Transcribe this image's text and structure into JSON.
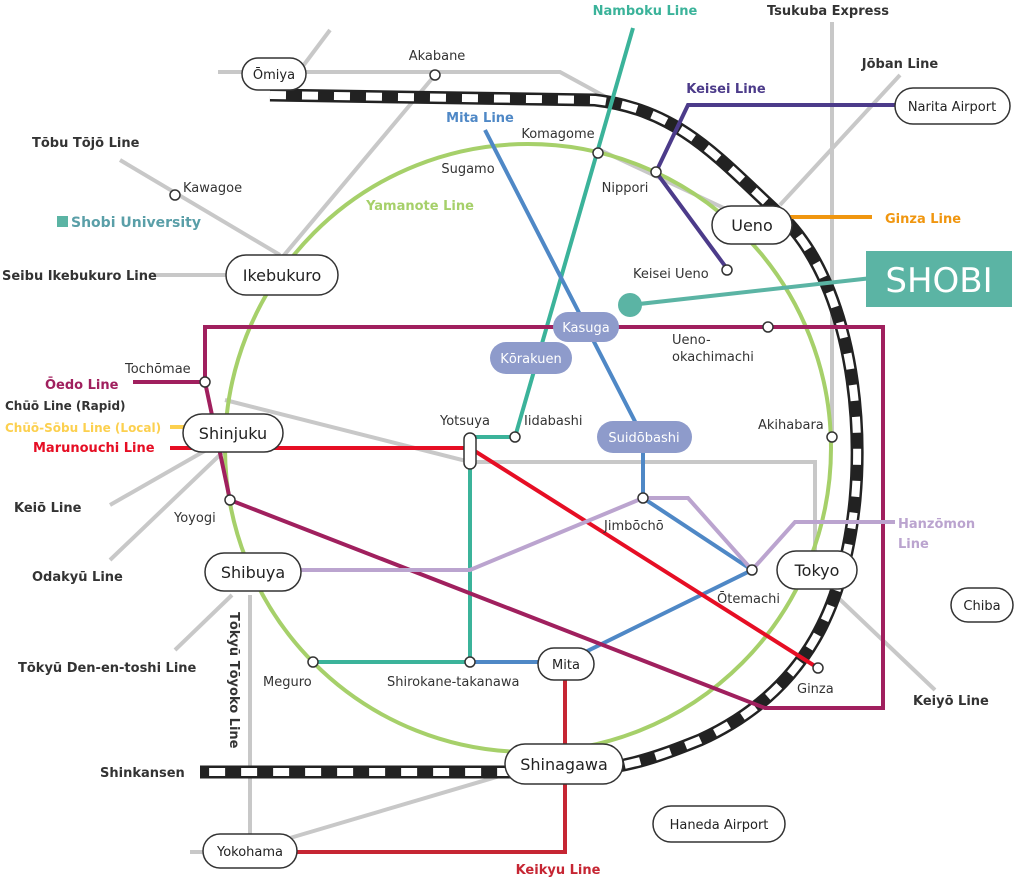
{
  "colors": {
    "yamanote": "#a6d06a",
    "namboku": "#3bb39a",
    "mita": "#4f88c6",
    "oedo": "#a0205e",
    "chuo": "#c8c8c8",
    "chuo_sobu": "#fcd04f",
    "marunouchi": "#e60e24",
    "ginza": "#f0960f",
    "hanzomon": "#bba4cf",
    "keisei": "#4c3b8a",
    "keikyu": "#c62633",
    "shobi": "#5bb4a4",
    "pill": "#8e9bcb",
    "rail": "#222222"
  },
  "line_labels": {
    "namboku": "Namboku Line",
    "tsukuba": "Tsukuba Express",
    "joban": "Jōban Line",
    "keisei": "Keisei Line",
    "mita": "Mita Line",
    "tobu_tojo": "Tōbu Tōjō Line",
    "shobi_university": "Shobi University",
    "yamanote": "Yamanote Line",
    "ginza": "Ginza Line",
    "seibu": "Seibu Ikebukuro Line",
    "oedo": "Ōedo Line",
    "chuo_rapid": "Chūō Line (Rapid)",
    "chuo_sobu": "Chūō-Sōbu Line (Local)",
    "marunouchi": "Marunouchi Line",
    "keio": "Keiō Line",
    "odakyu": "Odakyū Line",
    "hanzomon_1": "Hanzōmon",
    "hanzomon_2": "Line",
    "tokyu_den": "Tōkyū Den-en-toshi Line",
    "tokyu_toyoko": "Tōkyū Tōyoko Line",
    "keiyo": "Keiyō Line",
    "shinkansen": "Shinkansen",
    "keikyu": "Keikyu Line"
  },
  "hubs": {
    "omiya": "Ōmiya",
    "narita": "Narita Airport",
    "ueno": "Ueno",
    "ikebukuro": "Ikebukuro",
    "shinjuku": "Shinjuku",
    "shibuya": "Shibuya",
    "tokyo": "Tokyo",
    "chiba": "Chiba",
    "mita": "Mita",
    "shinagawa": "Shinagawa",
    "haneda": "Haneda Airport",
    "yokohama": "Yokohama"
  },
  "stations": {
    "akabane": "Akabane",
    "komagome": "Komagome",
    "sugamo": "Sugamo",
    "nippori": "Nippori",
    "kawagoe": "Kawagoe",
    "keisei_ueno": "Keisei Ueno",
    "ueno_okachimachi_1": "Ueno-",
    "ueno_okachimachi_2": "okachimachi",
    "tochomae": "Tochōmae",
    "yotsuya": "Yotsuya",
    "iidabashi": "Iidabashi",
    "akihabara": "Akihabara",
    "yoyogi": "Yoyogi",
    "jimbocho": "Jimbōchō",
    "otemachi": "Ōtemachi",
    "meguro": "Meguro",
    "shirokane": "Shirokane-takanawa",
    "ginza": "Ginza"
  },
  "pills": {
    "kasuga": "Kasuga",
    "korakuen": "Kōrakuen",
    "suidobashi": "Suidōbashi"
  },
  "shobi_label": "SHOBI"
}
